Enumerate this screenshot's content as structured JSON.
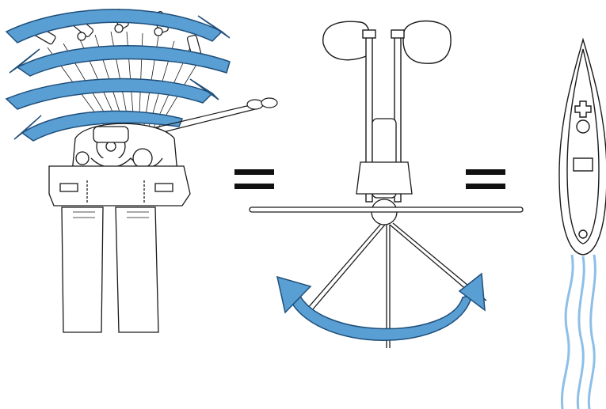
{
  "figure": {
    "panels": [
      {
        "id": "pedal-drive",
        "icon": "pedal-drive-mechanism"
      },
      {
        "id": "kayak-seat-fins",
        "icon": "seat-and-fin-assembly"
      },
      {
        "id": "kayak",
        "icon": "kayak-top-view"
      }
    ],
    "operators": [
      "=",
      "="
    ],
    "colors": {
      "arrow_fill": "#5a9fd4",
      "arrow_stroke": "#1f4f7a",
      "line_art": "#1a1a1a",
      "water_trail": "#8dbfe8",
      "operator": "#111111"
    }
  }
}
